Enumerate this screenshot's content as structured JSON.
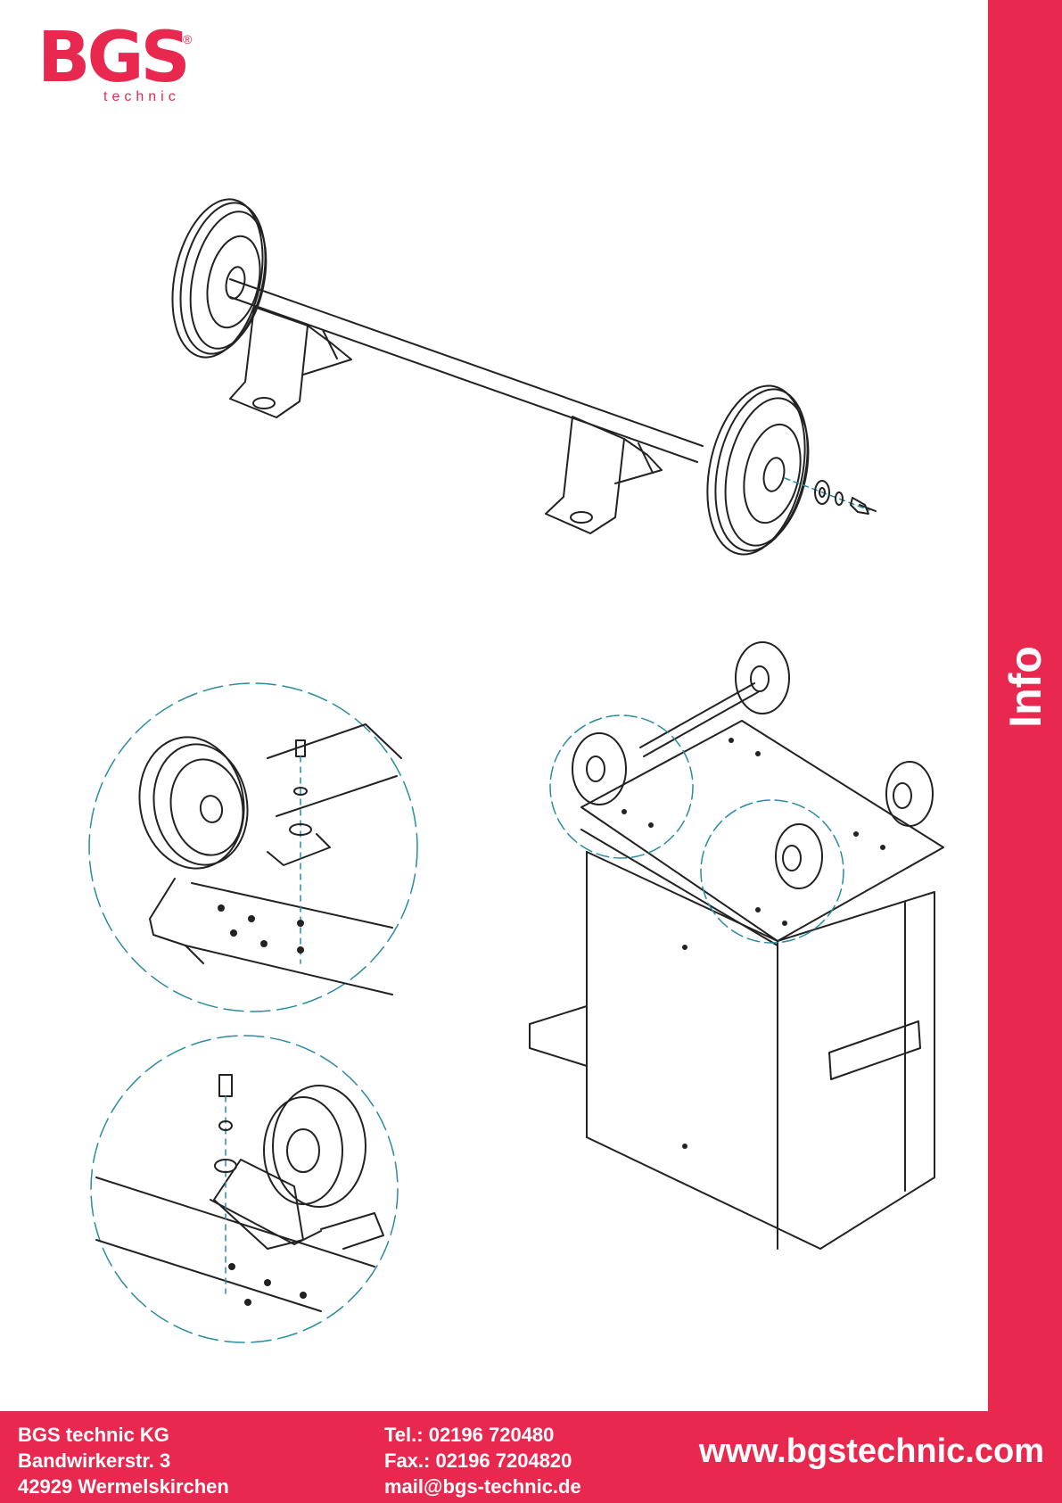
{
  "brand": {
    "logo_letters": "BGS",
    "logo_sub": "technic",
    "registered": "®",
    "accent": "#e8284f"
  },
  "sidebar": {
    "label": "Info"
  },
  "figures": [
    {
      "icon": "axle-assembly-illustration"
    },
    {
      "icon": "axle-mounting-detail-illustration"
    },
    {
      "icon": "caster-mounting-detail-illustration"
    },
    {
      "icon": "trolley-underside-illustration"
    }
  ],
  "footer": {
    "company": "BGS technic KG",
    "street": "Bandwirkerstr. 3",
    "city": "42929 Wermelskirchen",
    "tel": "Tel.: 02196 720480",
    "fax": "Fax.: 02196 7204820",
    "mail": "mail@bgs-technic.de",
    "website": "www.bgstechnic.com"
  }
}
